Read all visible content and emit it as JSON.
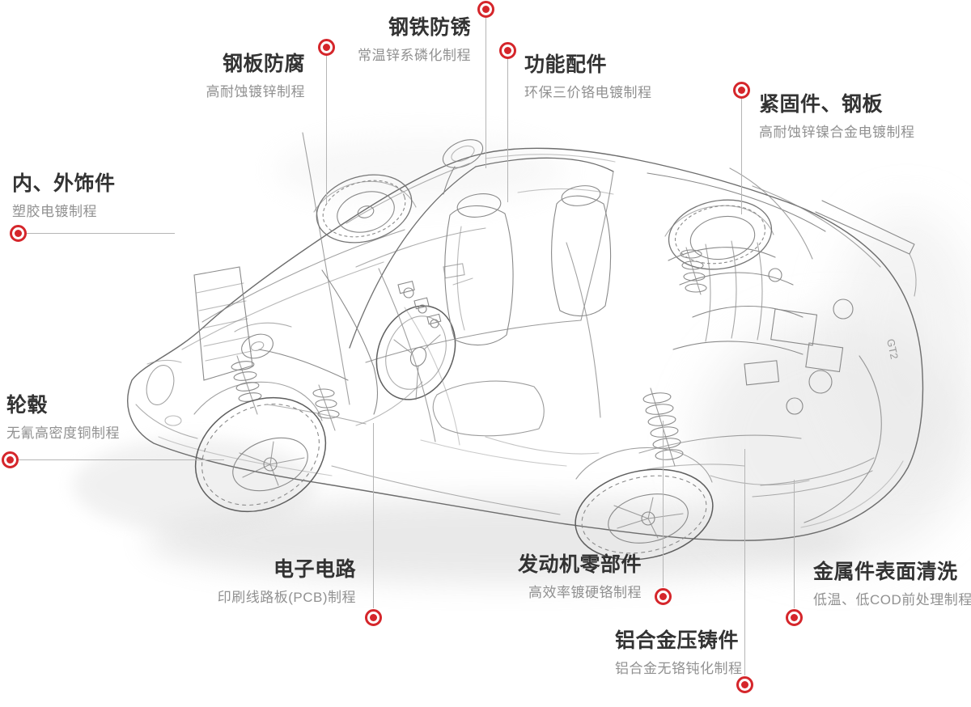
{
  "colors": {
    "marker_red": "#d5262b",
    "line_gray": "#b5b5b5",
    "title_color": "#333333",
    "subtitle_color": "#919191"
  },
  "illustration": {
    "name": "car-cutaway-sketch",
    "badge": "GT2"
  },
  "callouts": [
    {
      "id": "interior-exterior-trim",
      "title": "内、外饰件",
      "subtitle": "塑胶电镀制程"
    },
    {
      "id": "steel-plate-anticorrosion",
      "title": "钢板防腐",
      "subtitle": "高耐蚀镀锌制程"
    },
    {
      "id": "steel-rust-prevention",
      "title": "钢铁防锈",
      "subtitle": "常温锌系磷化制程"
    },
    {
      "id": "functional-parts",
      "title": "功能配件",
      "subtitle": "环保三价铬电镀制程"
    },
    {
      "id": "fasteners-steel-plate",
      "title": "紧固件、钢板",
      "subtitle": "高耐蚀锌镍合金电镀制程"
    },
    {
      "id": "wheel-hub",
      "title": "轮毂",
      "subtitle": "无氰高密度铜制程"
    },
    {
      "id": "electronic-circuits",
      "title": "电子电路",
      "subtitle": "印刷线路板(PCB)制程"
    },
    {
      "id": "engine-parts",
      "title": "发动机零部件",
      "subtitle": "高效率镀硬铬制程"
    },
    {
      "id": "aluminum-die-castings",
      "title": "铝合金压铸件",
      "subtitle": "铝合金无铬钝化制程"
    },
    {
      "id": "metal-surface-cleaning",
      "title": "金属件表面清洗",
      "subtitle": "低温、低COD前处理制程"
    }
  ]
}
